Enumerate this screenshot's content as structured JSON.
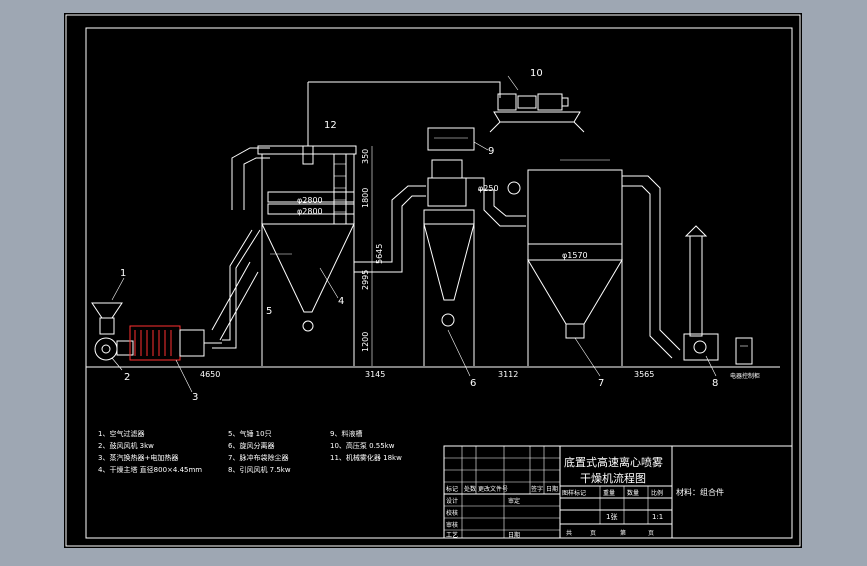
{
  "colors": {
    "background": "#9ea7b3",
    "paper": "#000000",
    "line": "#ffffff",
    "accent_red": "#ff3030",
    "accent_yellow": "#f0d020"
  },
  "title_block": {
    "title_line1": "底置式高速离心喷雾",
    "title_line2": "干燥机流程图",
    "material": "材料：组合件",
    "scale_cell": "1:1",
    "sheets_cell": "1张",
    "header_cells": [
      "图样标记",
      "重量",
      "数量",
      "比例"
    ],
    "left_rows": [
      "标记",
      "处数",
      "更改文件号",
      "签字",
      "日期"
    ],
    "left_labels": [
      "设计",
      "审定",
      "校核",
      "审核",
      "工艺",
      "日期"
    ],
    "bottom": [
      "共",
      "页",
      "第",
      "页"
    ]
  },
  "legend": {
    "col1": [
      "1、空气过滤器",
      "2、鼓风风机 3kw",
      "3、蒸汽换热器+电加热器",
      "4、干燥主塔 直径800×4.45mm"
    ],
    "col2": [
      "5、气锤 10只",
      "6、旋风分离器",
      "7、脉冲布袋除尘器",
      "8、引风风机 7.5kw"
    ],
    "col3": [
      "9、料液槽",
      "10、高压泵 0.55kw",
      "11、机械雾化器 18kw"
    ]
  },
  "labels": {
    "dia_top": "φ2800",
    "dia_mid": "φ2800",
    "dia_filter": "φ1570",
    "dia_pipe": "φ250",
    "vert_dims": [
      "350",
      "1800",
      "5645",
      "2995",
      "1200"
    ],
    "horiz_dims": [
      "4650",
      "3145",
      "3112",
      "3565"
    ],
    "callouts": [
      "1",
      "2",
      "3",
      "4",
      "5",
      "6",
      "7",
      "8",
      "9",
      "10",
      "12"
    ],
    "control_box": "电器控制柜"
  }
}
